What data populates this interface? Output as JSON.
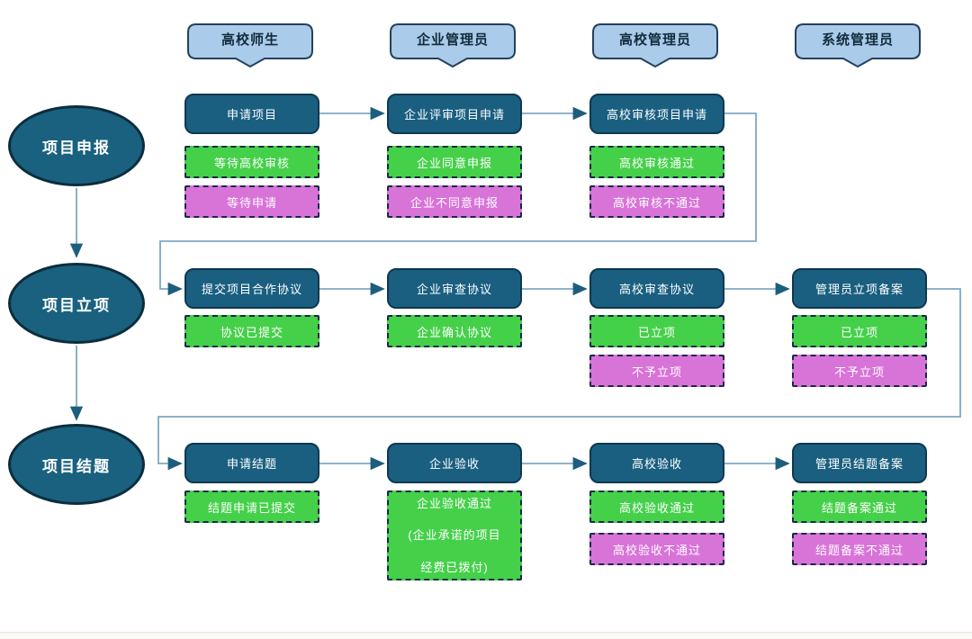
{
  "palette": {
    "step_fill": "#1a5f80",
    "step_border": "#0d3950",
    "positive_fill": "#45d04a",
    "negative_fill": "#d873d8",
    "status_border": "#17294a",
    "header_fill": "#aacbe9",
    "header_border": "#24415e",
    "phase_fill": "#19617f",
    "line": "#7ea8c6",
    "arrowhead": "#1d5e7e",
    "text": "#ffffff"
  },
  "lanes": [
    {
      "label": "高校师生"
    },
    {
      "label": "企业管理员"
    },
    {
      "label": "高校管理员"
    },
    {
      "label": "系统管理员"
    }
  ],
  "phases": [
    {
      "label": "项目申报"
    },
    {
      "label": "项目立项"
    },
    {
      "label": "项目结题"
    }
  ],
  "rows": [
    {
      "steps": [
        {
          "title": "申请项目",
          "statuses": [
            {
              "text": "等待高校审核",
              "type": "positive"
            },
            {
              "text": "等待申请",
              "type": "negative"
            }
          ]
        },
        {
          "title": "企业评审项目申请",
          "statuses": [
            {
              "text": "企业同意申报",
              "type": "positive"
            },
            {
              "text": "企业不同意申报",
              "type": "negative"
            }
          ]
        },
        {
          "title": "高校审核项目申请",
          "statuses": [
            {
              "text": "高校审核通过",
              "type": "positive"
            },
            {
              "text": "高校审核不通过",
              "type": "negative"
            }
          ]
        }
      ]
    },
    {
      "steps": [
        {
          "title": "提交项目合作协议",
          "statuses": [
            {
              "text": "协议已提交",
              "type": "positive"
            }
          ]
        },
        {
          "title": "企业审查协议",
          "statuses": [
            {
              "text": "企业确认协议",
              "type": "positive"
            }
          ]
        },
        {
          "title": "高校审查协议",
          "statuses": [
            {
              "text": "已立项",
              "type": "positive"
            },
            {
              "text": "不予立项",
              "type": "negative"
            }
          ]
        },
        {
          "title": "管理员立项备案",
          "statuses": [
            {
              "text": "已立项",
              "type": "positive"
            },
            {
              "text": "不予立项",
              "type": "negative"
            }
          ]
        }
      ]
    },
    {
      "steps": [
        {
          "title": "申请结题",
          "statuses": [
            {
              "text": "结题申请已提交",
              "type": "positive"
            }
          ]
        },
        {
          "title": "企业验收",
          "statuses": [
            {
              "text": "企业验收通过\n(企业承诺的项目\n经费已拨付)",
              "type": "positive"
            }
          ]
        },
        {
          "title": "高校验收",
          "statuses": [
            {
              "text": "高校验收通过",
              "type": "positive"
            },
            {
              "text": "高校验收不通过",
              "type": "negative"
            }
          ]
        },
        {
          "title": "管理员结题备案",
          "statuses": [
            {
              "text": "结题备案通过",
              "type": "positive"
            },
            {
              "text": "结题备案不通过",
              "type": "negative"
            }
          ]
        }
      ]
    }
  ]
}
